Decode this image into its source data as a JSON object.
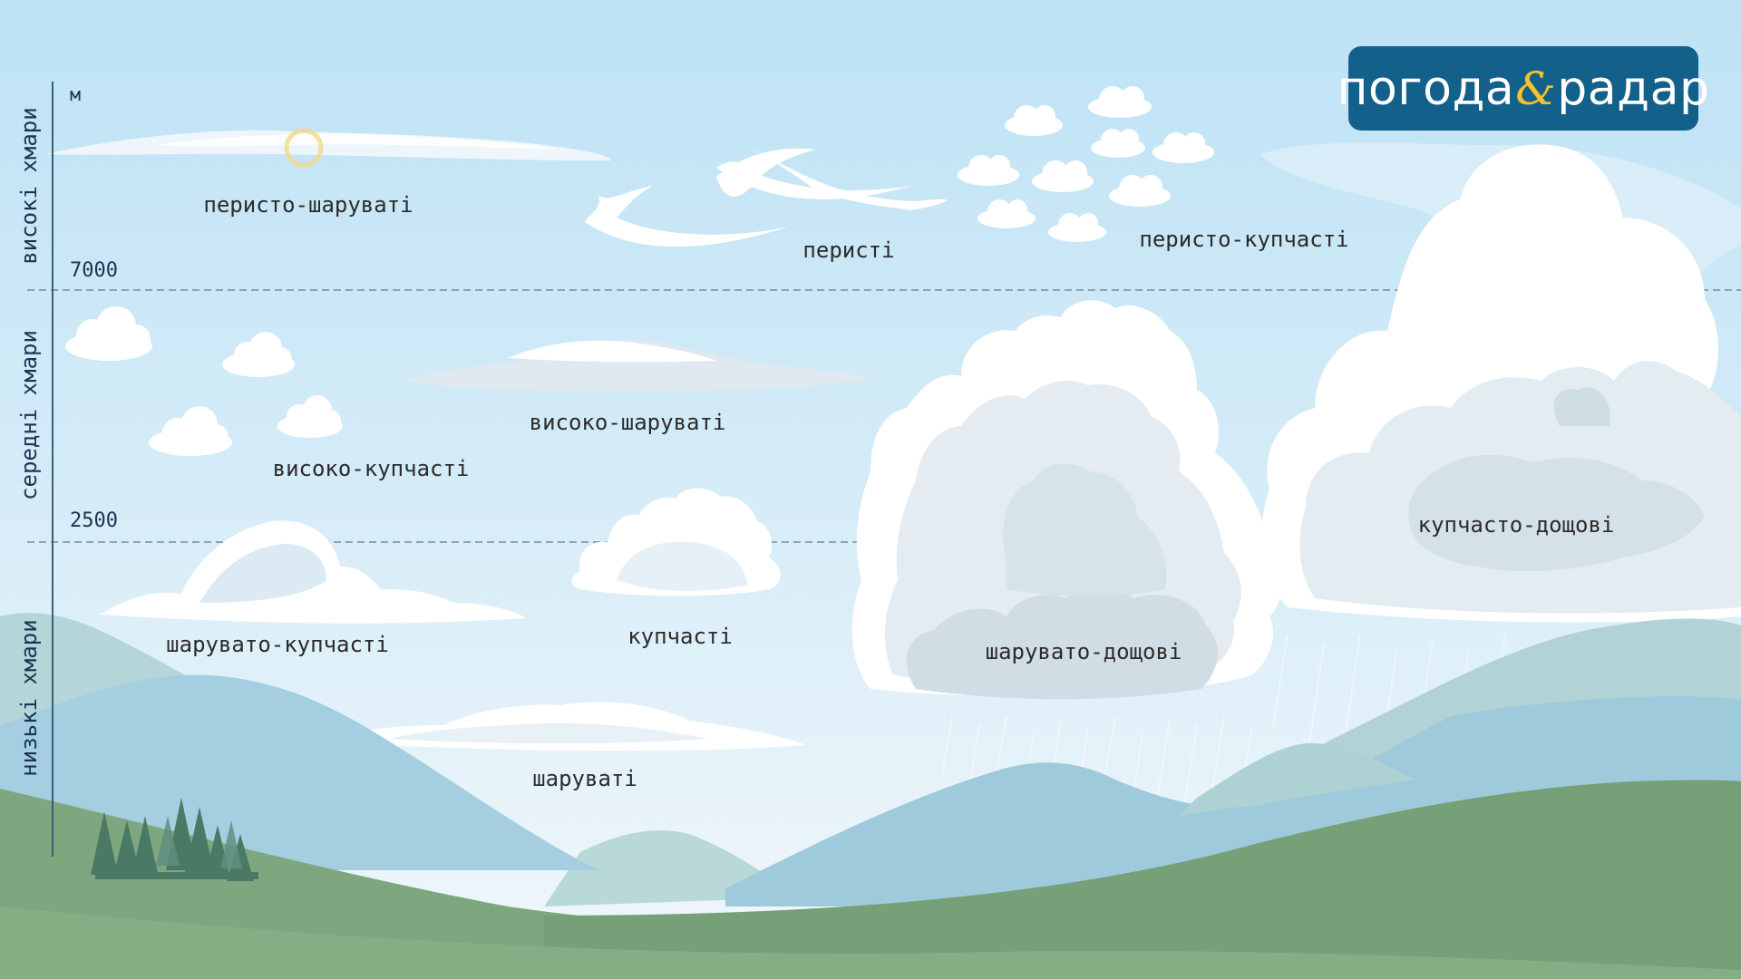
{
  "brand": {
    "logo_left": "погода",
    "logo_amp": "&",
    "logo_right": "радар",
    "logo_bg": "#13618a",
    "logo_accent": "#f2c230"
  },
  "axis": {
    "unit": "м",
    "mark_high": "7000",
    "mark_low": "2500"
  },
  "layers": {
    "high": "високі хмари",
    "middle": "середні хмари",
    "low": "низькі хмари"
  },
  "clouds": {
    "cirrostratus": "перисто-шаруваті",
    "cirrus": "перисті",
    "cirrocumulus": "перисто-купчасті",
    "altostratus": "високо-шаруваті",
    "altocumulus": "високо-купчасті",
    "stratocumulus": "шарувато-купчасті",
    "cumulus": "купчасті",
    "nimbostratus": "шарувато-дощові",
    "cumulonimbus": "купчасто-дощові",
    "stratus": "шаруваті"
  },
  "colors": {
    "sky_top": "#bde2f5",
    "sky_bottom": "#eef6fa",
    "grass": "#7aa37a"
  }
}
